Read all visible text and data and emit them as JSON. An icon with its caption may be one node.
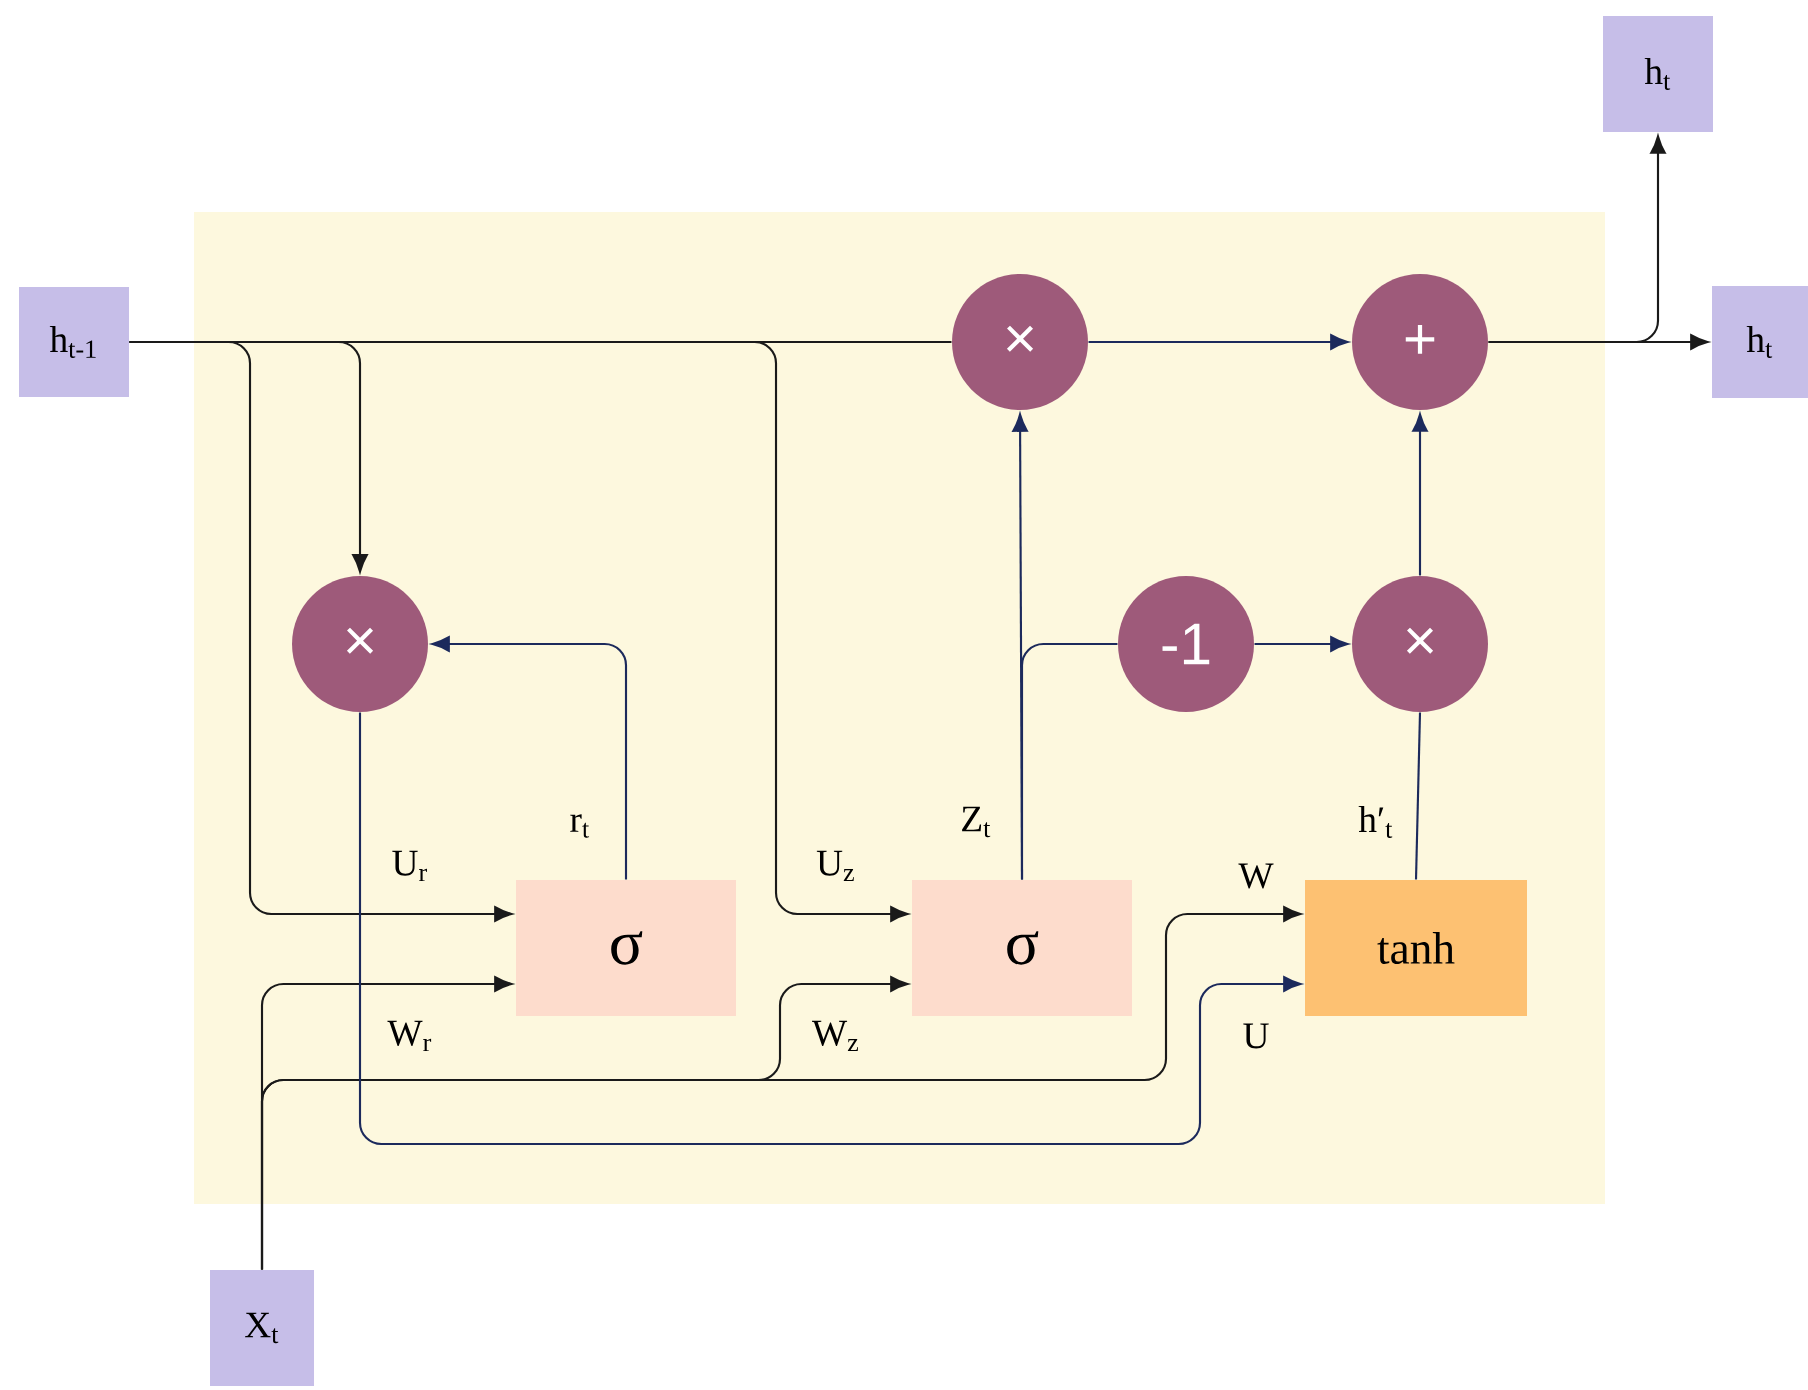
{
  "diagram": {
    "nodes": [
      {
        "text": [],
        "shape": "box"
      },
      {
        "text": [
          "h$_{t-1}$"
        ]
      },
      {
        "text": [
          "X$_{t}$"
        ]
      },
      {
        "text": [
          "h$_{t}$"
        ]
      },
      {
        "text": [
          "h$_{t}$"
        ]
      },
      {
        "text": [
          "×"
        ],
        "in": 0
      },
      {
        "text": [
          "×"
        ],
        "in": 0
      },
      {
        "text": [
          "+"
        ],
        "in": 0
      },
      {
        "text": [
          "-1"
        ],
        "in": 0
      },
      {
        "text": [
          "×"
        ],
        "in": 0
      },
      {
        "text": [
          "σ"
        ],
        "in": 0
      },
      {
        "text": [
          "σ"
        ],
        "in": 0
      },
      {
        "text": [
          "tanh"
        ],
        "in": 0
      }
    ],
    "edges": [
      {
        "from": 1,
        "to": 6,
        "arrow": "none"
      },
      {
        "from": 1,
        "to": 5,
        "arrow": "to"
      },
      {
        "from": 1,
        "to": 10,
        "arrow": "to",
        "label": "U$_{r}$"
      },
      {
        "from": 1,
        "to": 11,
        "arrow": "to",
        "label": "U$_{z}$"
      },
      {
        "from": 2,
        "to": 10,
        "arrow": "to",
        "label": "W$_{r}$"
      },
      {
        "from": 2,
        "to": 11,
        "arrow": "to",
        "label": "W$_{z}$"
      },
      {
        "from": 2,
        "to": 12,
        "arrow": "to",
        "label": "W"
      },
      {
        "from": 10,
        "to": 5,
        "arrow": "to",
        "label": "r$_{t}$",
        "color": "#1c2a5c"
      },
      {
        "from": 5,
        "to": 12,
        "arrow": "to",
        "label": "U",
        "color": "#1c2a5c"
      },
      {
        "from": 11,
        "to": 6,
        "arrow": "to",
        "label": "Z$_{t}$",
        "color": "#1c2a5c"
      },
      {
        "from": 11,
        "to": 8,
        "arrow": "none",
        "color": "#1c2a5c"
      },
      {
        "from": 8,
        "to": 9,
        "arrow": "to",
        "color": "#1c2a5c"
      },
      {
        "from": 12,
        "to": 9,
        "arrow": "none",
        "label": "h′$_{t}$",
        "color": "#1c2a5c"
      },
      {
        "from": 9,
        "to": 7,
        "arrow": "to",
        "color": "#1c2a5c"
      },
      {
        "from": 6,
        "to": 7,
        "arrow": "to",
        "color": "#1c2a5c"
      },
      {
        "from": 7,
        "to": 4,
        "arrow": "to"
      },
      {
        "from": 7,
        "to": 3,
        "arrow": "to"
      }
    ]
  }
}
